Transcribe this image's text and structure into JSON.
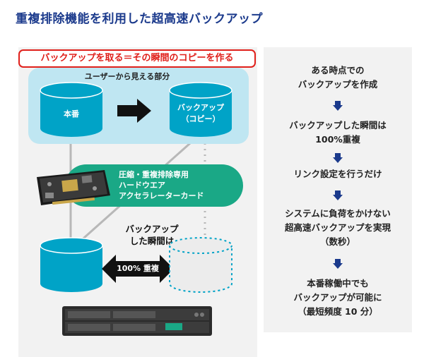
{
  "title": "重複排除機能を利用した超高速バックアップ",
  "diagram": {
    "banner": "バックアップを取る＝その瞬間のコピーを作る",
    "user_zone_label": "ユーザーから見える部分",
    "production_label": "本番",
    "backup_label": "バックアップ\n（コピー）",
    "accelerator_label": "圧縮・重複排除専用\nハードウエア\nアクセラレーターカード",
    "snapshot_caption": "バックアップ\nした瞬間は",
    "dedup_label": "100% 重複"
  },
  "steps": [
    "ある時点での\nバックアップを作成",
    "バックアップした瞬間は\n100%重複",
    "リンク設定を行うだけ",
    "システムに負荷をかけない\n超高速バックアップを実現\n（数秒）",
    "本番稼働中でも\nバックアップが可能に\n（最短頻度 10 分）"
  ],
  "colors": {
    "title": "#1b3a8c",
    "banner_red": "#e0201b",
    "storage_teal": "#00a3c7",
    "user_zone": "#bfe6f2",
    "accelerator_green": "#1aa886",
    "arrow_navy": "#1b3a8c",
    "panel_gray": "#f2f2f2"
  },
  "icons": [
    "arrow-right-icon",
    "double-arrow-icon",
    "down-arrow-icon",
    "accelerator-card-image",
    "server-appliance-image"
  ]
}
